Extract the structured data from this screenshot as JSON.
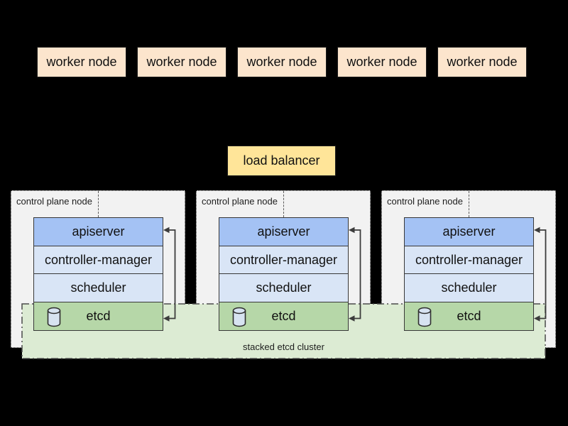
{
  "diagram": {
    "title_semantic": "kubernetes-stacked-etcd-topology",
    "worker_nodes": [
      {
        "label": "worker node"
      },
      {
        "label": "worker node"
      },
      {
        "label": "worker node"
      },
      {
        "label": "worker node"
      },
      {
        "label": "worker node"
      }
    ],
    "load_balancer": {
      "label": "load balancer"
    },
    "control_plane_nodes": [
      {
        "label": "control plane node",
        "components": [
          {
            "name": "apiserver"
          },
          {
            "name": "controller-manager"
          },
          {
            "name": "scheduler"
          },
          {
            "name": "etcd",
            "icon": "database-cylinder-icon"
          }
        ]
      },
      {
        "label": "control plane node",
        "components": [
          {
            "name": "apiserver"
          },
          {
            "name": "controller-manager"
          },
          {
            "name": "scheduler"
          },
          {
            "name": "etcd",
            "icon": "database-cylinder-icon"
          }
        ]
      },
      {
        "label": "control plane node",
        "components": [
          {
            "name": "apiserver"
          },
          {
            "name": "controller-manager"
          },
          {
            "name": "scheduler"
          },
          {
            "name": "etcd",
            "icon": "database-cylinder-icon"
          }
        ]
      }
    ],
    "stacked_etcd_cluster": {
      "label": "stacked etcd cluster"
    },
    "colors": {
      "background": "#000000",
      "worker_node_fill": "#FCE5CD",
      "load_balancer_fill": "#FFE599",
      "control_plane_fill": "#F2F2F2",
      "apiserver_fill": "#A4C2F4",
      "component_fill": "#D9E5F6",
      "etcd_fill": "#B6D7A8",
      "etcd_cluster_fill": "#DCEBD3",
      "line_color": "#3c3c3c"
    }
  }
}
